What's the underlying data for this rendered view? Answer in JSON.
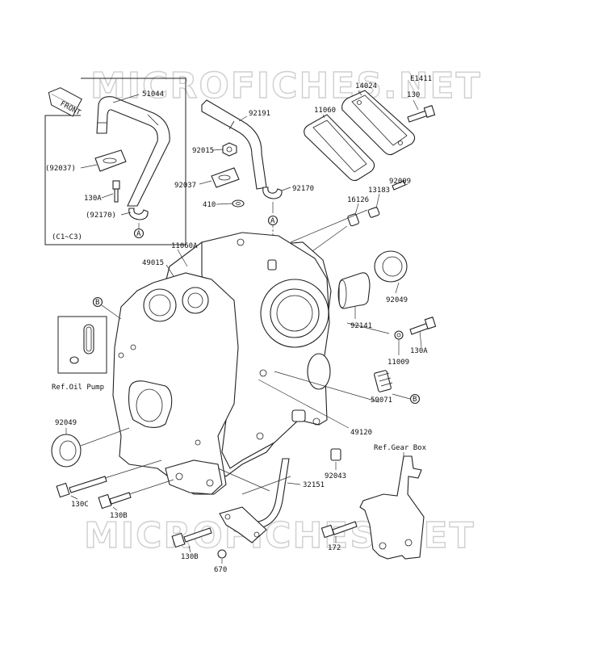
{
  "diagram_code": "E1411",
  "watermark": "MICROFICHES.NET",
  "front_label": "FRONT",
  "inset_note": "(C1~C3)",
  "callouts": {
    "a": "A",
    "b": "B"
  },
  "labels": {
    "p51044": "51044",
    "p92037_paren": "(92037)",
    "p130a_inset": "130A",
    "p92170_paren": "(92170)",
    "p92191": "92191",
    "p92015": "92015",
    "p92037": "92037",
    "p410": "410",
    "p92170": "92170",
    "p11060": "11060",
    "p14024": "14024",
    "p130": "130",
    "p92009": "92009",
    "p13183": "13183",
    "p16126": "16126",
    "p11060a": "11060A",
    "p49015": "49015",
    "p92049_top": "92049",
    "p92141": "92141",
    "p130a": "130A",
    "p11009": "11009",
    "p59071": "59071",
    "p49120": "49120",
    "ref_oil_pump": "Ref.Oil Pump",
    "p92049_left": "92049",
    "ref_gear_box": "Ref.Gear Box",
    "p92043": "92043",
    "p32151": "32151",
    "p130c": "130C",
    "p130b_mid": "130B",
    "p130b_low": "130B",
    "p670": "670",
    "p172": "172"
  }
}
